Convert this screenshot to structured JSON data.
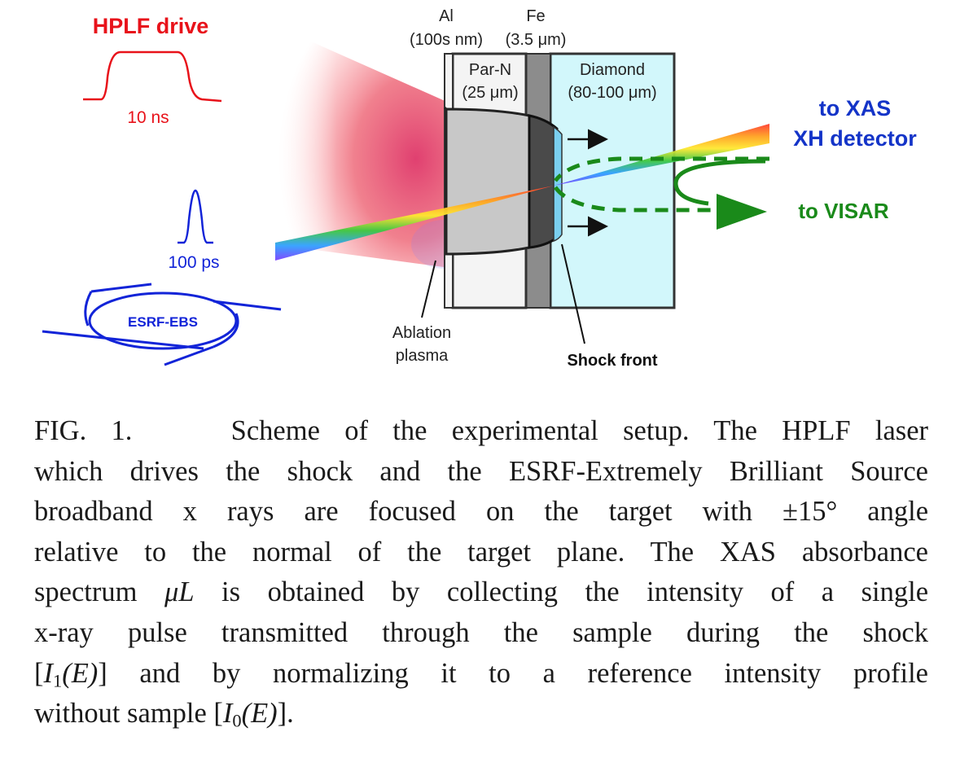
{
  "labels": {
    "hplf_drive": "HPLF drive",
    "hplf_duration": "10 ns",
    "xray_duration": "100 ps",
    "esrf_ebs": "ESRF-EBS",
    "al": "Al",
    "al_thickness": "(100s nm)",
    "fe": "Fe",
    "fe_thickness": "(3.5 μm)",
    "parn": "Par-N",
    "parn_thickness": "(25 μm)",
    "diamond": "Diamond",
    "diamond_thickness": "(80-100 μm)",
    "to_xas": "to XAS",
    "xh_detector": "XH detector",
    "to_visar": "to VISAR",
    "ablation": "Ablation",
    "plasma": "plasma",
    "shock_front": "Shock front"
  },
  "colors": {
    "hplf": "#e8121a",
    "xray_source": "#1224d8",
    "xas_label": "#1434c8",
    "visar": "#1a8a1a",
    "diamond_fill": "#d2f7fb",
    "parn_fill": "#f4f4f4",
    "fe_fill": "#8c8c8c",
    "plasma": "#f07080"
  },
  "caption": {
    "fig": "FIG. 1.",
    "line1": "Scheme of the experimental setup. The HPLF laser",
    "line2": "which drives the shock and the ESRF-Extremely Brilliant Source",
    "line3a": "broadband x rays are focused on the target with ±15°",
    "line3b": "angle",
    "line4": "relative to the normal of the target plane. The XAS absorbance",
    "line5a": "spectrum",
    "line5_mu": "μL",
    "line5b": "is obtained by collecting the intensity of a single",
    "line6": "x-ray pulse transmitted through the sample during the shock",
    "line7a": "[",
    "line7_i": "I",
    "line7_sub": "1",
    "line7_e": "(E)",
    "line7b": "] and by normalizing it to a reference intensity profile",
    "line8a": "without sample [",
    "line8_i": "I",
    "line8_sub": "0",
    "line8_e": "(E)",
    "line8b": "]."
  }
}
